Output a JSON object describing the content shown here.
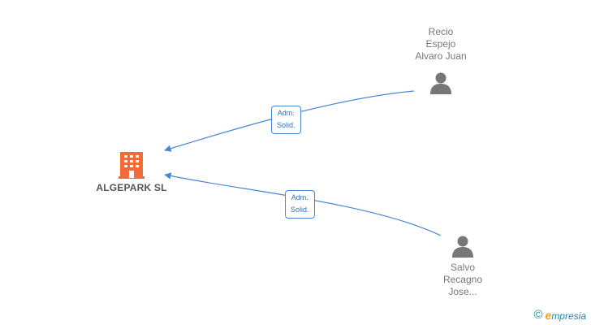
{
  "company": {
    "name": "ALGEPARK SL",
    "icon": "building-icon",
    "color": "#f26b3a"
  },
  "persons": [
    {
      "id": "p1",
      "name_lines": [
        "Recio",
        "Espejo",
        "Alvaro Juan"
      ],
      "icon": "person-icon"
    },
    {
      "id": "p2",
      "name_lines": [
        "Salvo",
        "Recagno",
        "Jose..."
      ],
      "icon": "person-icon"
    }
  ],
  "edges": [
    {
      "from": "p1",
      "to": "company",
      "label_lines": [
        "Adm.",
        "Solid."
      ]
    },
    {
      "from": "p2",
      "to": "company",
      "label_lines": [
        "Adm.",
        "Solid."
      ]
    }
  ],
  "colors": {
    "edge": "#4a86d4",
    "person_icon": "#777777",
    "text": "#777777"
  },
  "brand": {
    "copyright_symbol": "©",
    "initial": "e",
    "rest": "mpresia"
  }
}
